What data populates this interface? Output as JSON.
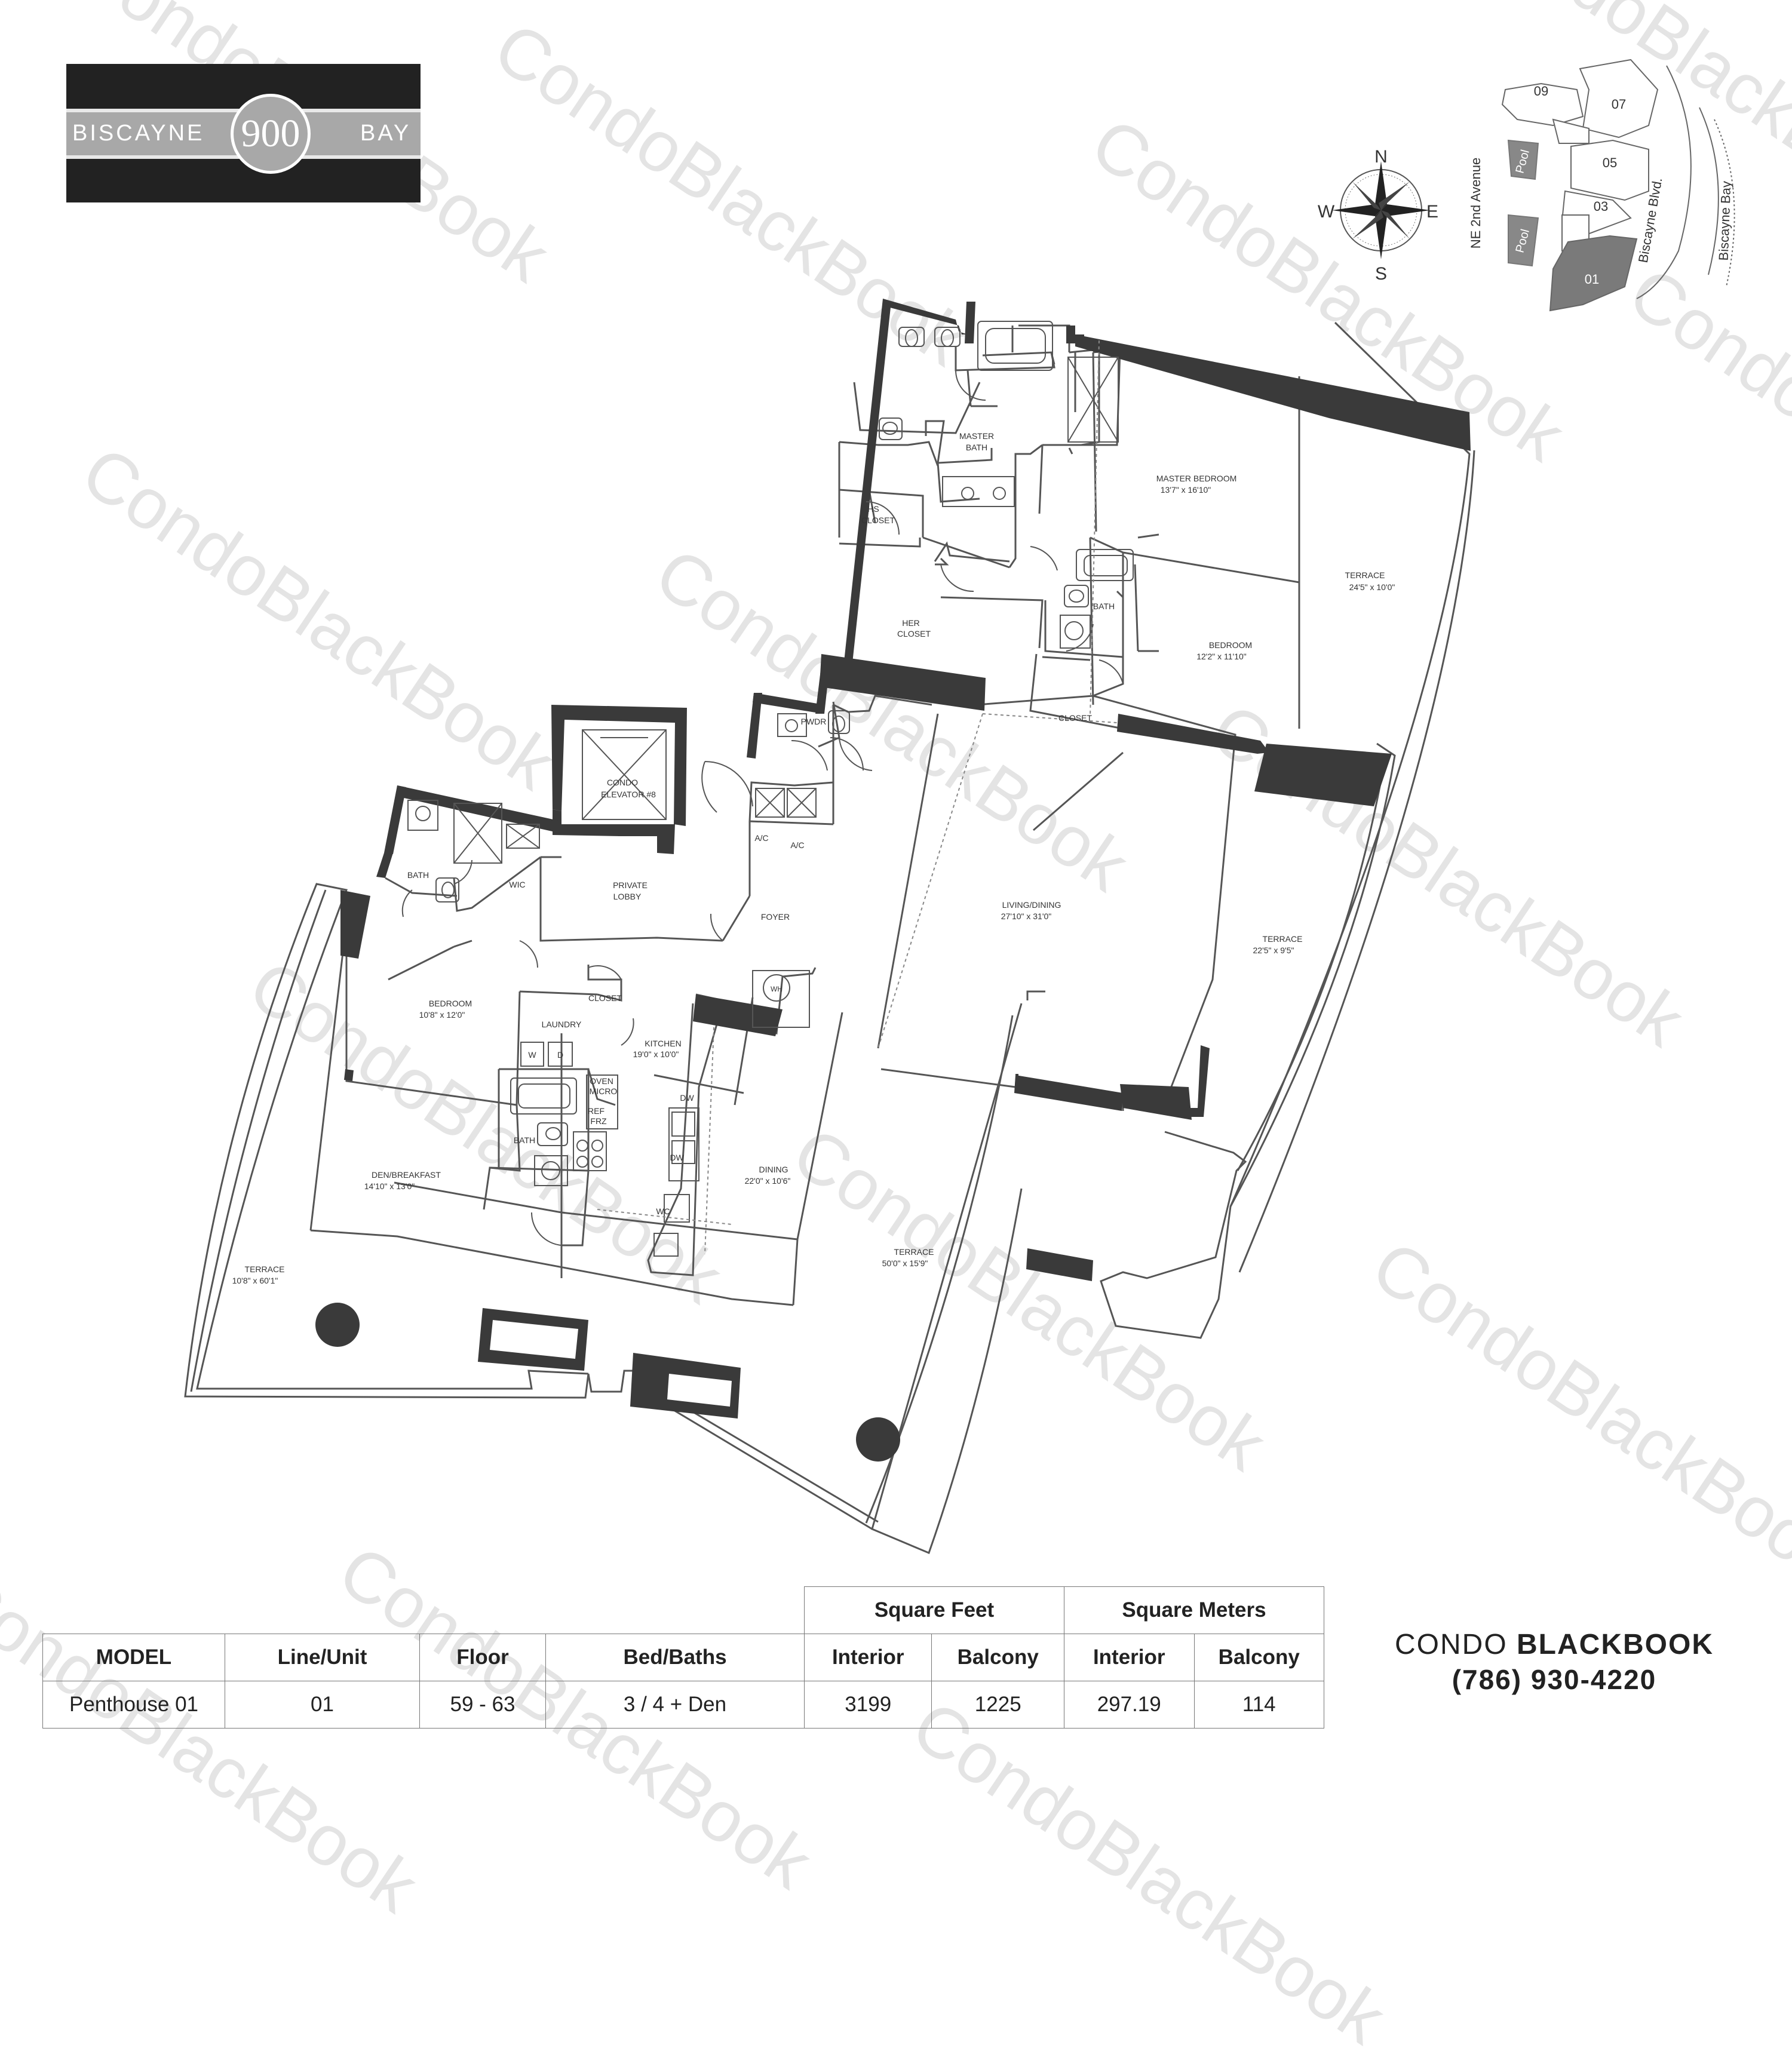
{
  "header": {
    "logo": {
      "left": "BISCAYNE",
      "number": "900",
      "right": "BAY"
    }
  },
  "watermark": {
    "text": "CondoBlackBook"
  },
  "compass": {
    "n": "N",
    "s": "S",
    "e": "E",
    "w": "W"
  },
  "keyplan": {
    "units": [
      "09",
      "07",
      "05",
      "03",
      "01"
    ],
    "pools": [
      "Pool",
      "Pool"
    ],
    "streets": [
      "NE 2nd Avenue",
      "Biscayne Blvd.",
      "Biscayne Bay"
    ]
  },
  "rooms": {
    "master_bath": [
      "MASTER",
      "BATH"
    ],
    "hs_closet": [
      "HS",
      "CLOSET"
    ],
    "her_closet": [
      "HER",
      "CLOSET"
    ],
    "master_bedroom": {
      "name": "MASTER BEDROOM",
      "dims": "13'7\" x 16'10\""
    },
    "bath_east": "BATH",
    "bedroom_east": {
      "name": "BEDROOM",
      "dims": "12'2\" x 11'10\""
    },
    "closet_east": "CLOSET",
    "terrace_ne": {
      "name": "TERRACE",
      "dims": "24'5\" x 10'0\""
    },
    "pwdr": "PWDR",
    "elevator": [
      "CONDO",
      "ELEVATOR #8"
    ],
    "ac": [
      "A/C",
      "A/C"
    ],
    "living_dining": {
      "name": "LIVING/DINING",
      "dims": "27'10\" x 31'0\""
    },
    "terrace_e": {
      "name": "TERRACE",
      "dims": "22'5\" x 9'5\""
    },
    "bath_west": "BATH",
    "wic": "WIC",
    "private_lobby": [
      "PRIVATE",
      "LOBBY"
    ],
    "foyer": "FOYER",
    "wh": "WH",
    "closet_west": "CLOSET",
    "bedroom_west": {
      "name": "BEDROOM",
      "dims": "10'8\" x 12'0\""
    },
    "laundry": "LAUNDRY",
    "laundry_w": "W",
    "laundry_d": "D",
    "kitchen": {
      "name": "KITCHEN",
      "dims": "19'0\" x 10'0\""
    },
    "oven": [
      "OVEN",
      "MICRO"
    ],
    "ref": [
      "REF",
      "FRZ"
    ],
    "bath_center": "BATH",
    "dw1": "DW",
    "dw2": "DW",
    "wc": "WC",
    "dining": {
      "name": "DINING",
      "dims": "22'0\" x 10'6\""
    },
    "den": {
      "name": "DEN/BREAKFAST",
      "dims": "14'10\" x 13'0\""
    },
    "terrace_w": {
      "name": "TERRACE",
      "dims": "10'8\" x 60'1\""
    },
    "terrace_s": {
      "name": "TERRACE",
      "dims": "50'0\" x 15'9\""
    }
  },
  "table": {
    "group_sqft": "Square Feet",
    "group_sqm": "Square Meters",
    "headers": [
      "MODEL",
      "Line/Unit",
      "Floor",
      "Bed/Baths",
      "Interior",
      "Balcony",
      "Interior",
      "Balcony"
    ],
    "row": [
      "Penthouse 01",
      "01",
      "59 - 63",
      "3 / 4 + Den",
      "3199",
      "1225",
      "297.19",
      "114"
    ]
  },
  "brand": {
    "name_light": "CONDO",
    "name_bold": "BLACKBOOK",
    "phone": "(786) 930-4220"
  },
  "colors": {
    "wall": "#3a3a3a",
    "line": "#555555",
    "watermark": "#e4e4e4",
    "key_highlight": "#7a7a7a"
  }
}
